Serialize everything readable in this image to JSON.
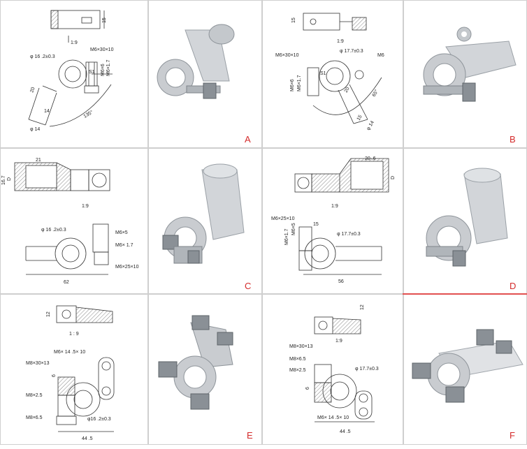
{
  "panels": {
    "A": {
      "letter": "A",
      "dims": {
        "top_h": "15",
        "taper": "1:9",
        "dia": "φ 16 .2±0.3",
        "bolt": "M6×30×10",
        "nut": "M6×6",
        "nut2": "M6×1.7",
        "len": "20",
        "ang": "135°",
        "stem": "14",
        "dia2": "φ 14",
        "s1": "S1"
      }
    },
    "B": {
      "letter": "B",
      "dims": {
        "top_h": "15",
        "taper": "1:9",
        "bolt": "M6×30×10",
        "dia": "φ 17.7±0.3",
        "m6": "M6",
        "nut": "M6×6",
        "nut2": "M6×1.7",
        "s1": "S1",
        "len": "20",
        "ang": "65°",
        "stem": "15",
        "dia2": "φ 14"
      }
    },
    "C": {
      "letter": "C",
      "dims": {
        "w": "21",
        "d": "D",
        "h": "16.7",
        "taper": "1:9",
        "dia": "φ 16 .2±0.3",
        "m1": "M6×5",
        "m2": "M6× 1.7",
        "m3": "M6×25×10",
        "len": "62"
      }
    },
    "D": {
      "letter": "D",
      "dims": {
        "w": "20 .6",
        "d": "D",
        "taper": "1:9",
        "bolt": "M6×25×10",
        "nut": "M6×1.7",
        "nut2": "M6×5",
        "m15": "15",
        "dia": "φ 17.7±0.3",
        "len": "56"
      }
    },
    "E": {
      "letter": "E",
      "dims": {
        "h": "12",
        "taper": "1 : 9",
        "b1": "M6× 14 .5× 10",
        "b2": "M8×30×13",
        "six": "6",
        "b3": "M8×2.5",
        "b4": "M8×6.5",
        "dia": "φ16 .2±0.3",
        "len": "44 .5"
      }
    },
    "F": {
      "letter": "F",
      "dims": {
        "h": "12",
        "taper": "1:9",
        "b1": "M8×30×13",
        "b2": "M8×6.5",
        "b3": "M8×2.5",
        "six": "6",
        "dia": "φ 17.7±0.3",
        "b4": "M6× 14 .5× 10",
        "len": "44 .5"
      }
    }
  },
  "colors": {
    "line": "#333333",
    "hatch": "#666666",
    "metal": "#c9ccd0",
    "metal_dark": "#9aa0a6",
    "letter": "#d42a2a"
  }
}
